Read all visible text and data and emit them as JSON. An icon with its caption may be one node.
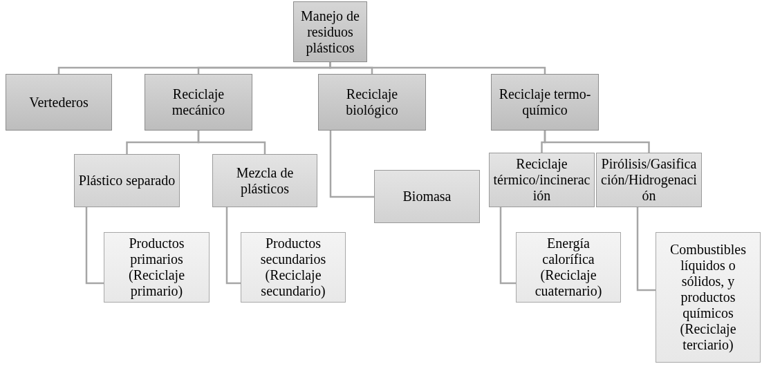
{
  "diagram": {
    "nodes": [
      {
        "text": [
          "Manejo de residuos plásticos"
        ]
      },
      {
        "text": [
          "Vertederos"
        ]
      },
      {
        "text": [
          "Reciclaje mecánico"
        ]
      },
      {
        "text": [
          "Reciclaje biológico"
        ]
      },
      {
        "text": [
          "Reciclaje termo-químico"
        ]
      },
      {
        "text": [
          "Plástico separado"
        ]
      },
      {
        "text": [
          "Mezcla de plásticos"
        ]
      },
      {
        "text": [
          "Productos primarios (Reciclaje primario)"
        ]
      },
      {
        "text": [
          "Productos secundarios (Reciclaje secundario)"
        ]
      },
      {
        "text": [
          "Biomasa"
        ]
      },
      {
        "text": [
          "Reciclaje térmico/incineración"
        ]
      },
      {
        "text": [
          "Pirólisis/Gasificación/Hidrogenación"
        ]
      },
      {
        "text": [
          "Energía calorífica (Reciclaje cuaternario)"
        ]
      },
      {
        "text": [
          "Combustibles líquidos o sólidos, y productos químicos (Reciclaje terciario)"
        ]
      }
    ],
    "edges": [
      {
        "from": 0,
        "to": 1,
        "arrow": "none"
      },
      {
        "from": 0,
        "to": 2,
        "arrow": "none"
      },
      {
        "from": 0,
        "to": 3,
        "arrow": "none"
      },
      {
        "from": 0,
        "to": 4,
        "arrow": "none"
      },
      {
        "from": 2,
        "to": 5,
        "arrow": "none"
      },
      {
        "from": 2,
        "to": 6,
        "arrow": "none"
      },
      {
        "from": 3,
        "to": 9,
        "arrow": "none"
      },
      {
        "from": 5,
        "to": 7,
        "arrow": "none"
      },
      {
        "from": 6,
        "to": 8,
        "arrow": "none"
      },
      {
        "from": 4,
        "to": 10,
        "arrow": "none"
      },
      {
        "from": 4,
        "to": 11,
        "arrow": "none"
      },
      {
        "from": 10,
        "to": 12,
        "arrow": "none"
      },
      {
        "from": 11,
        "to": 13,
        "arrow": "none"
      }
    ]
  }
}
